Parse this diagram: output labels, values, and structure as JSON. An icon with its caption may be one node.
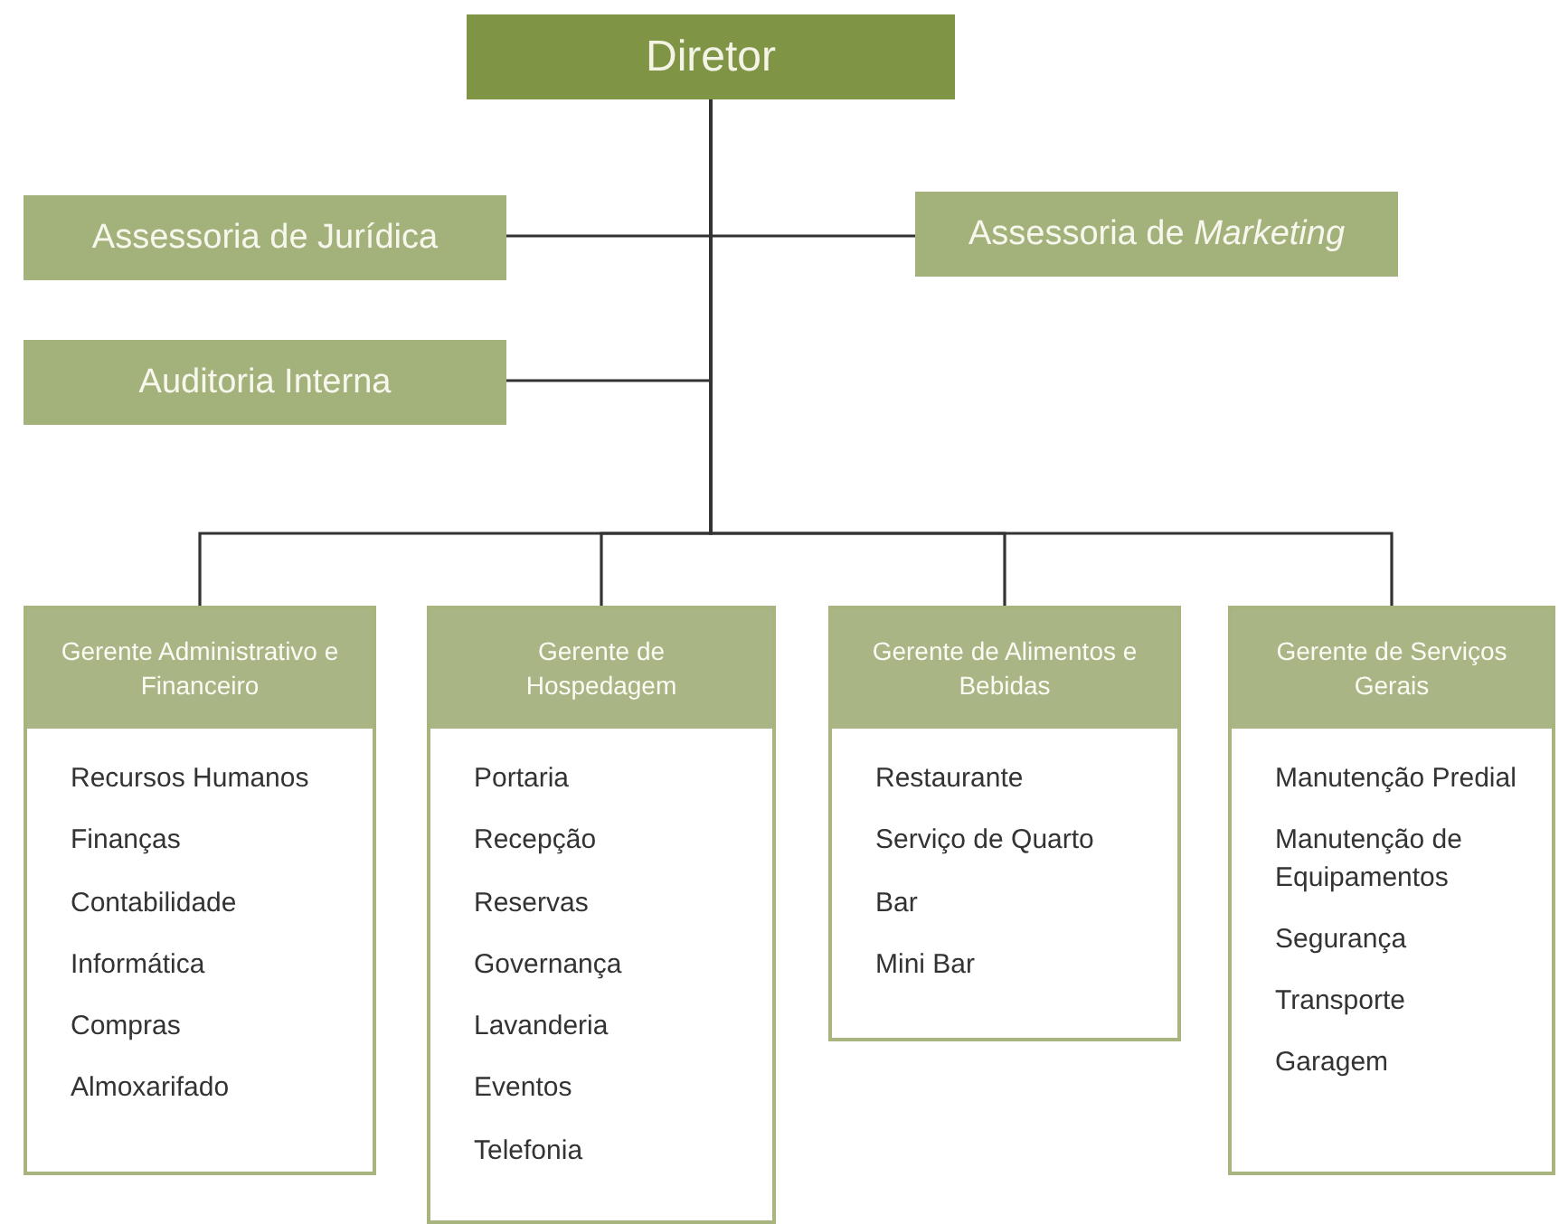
{
  "diagram": {
    "nodes": [
      {
        "text": [
          "Diretor"
        ]
      },
      {
        "text": [
          "Assessoria de Jurídica"
        ]
      },
      {
        "text": [
          "Assessoria de *Marketing*"
        ]
      },
      {
        "text": [
          "Auditoria Interna"
        ]
      },
      {
        "text": [
          "Gerente Administrativo e Financeiro",
          "Recursos Humanos",
          "Finanças",
          "Contabilidade",
          "Informática",
          "Compras",
          "Almoxarifado"
        ]
      },
      {
        "text": [
          "Gerente de Hospedagem",
          "Portaria",
          "Recepção",
          "Reservas",
          "Governança",
          "Lavanderia",
          "Eventos",
          "Telefonia"
        ]
      },
      {
        "text": [
          "Gerente de Alimentos e Bebidas",
          "Restaurante",
          "Serviço de Quarto",
          "Bar",
          "Mini Bar"
        ]
      },
      {
        "text": [
          "Gerente de Serviços Gerais",
          "Manutenção Predial",
          "Manutenção de Equipamentos",
          "Segurança",
          "Transporte",
          "Garagem"
        ]
      }
    ],
    "edges": [
      {
        "from": 0,
        "to": 1,
        "arrow": "none"
      },
      {
        "from": 0,
        "to": 2,
        "arrow": "none"
      },
      {
        "from": 0,
        "to": 3,
        "arrow": "none"
      },
      {
        "from": 0,
        "to": 4,
        "arrow": "none"
      },
      {
        "from": 0,
        "to": 5,
        "arrow": "none"
      },
      {
        "from": 0,
        "to": 6,
        "arrow": "none"
      },
      {
        "from": 0,
        "to": 7,
        "arrow": "none"
      }
    ]
  }
}
